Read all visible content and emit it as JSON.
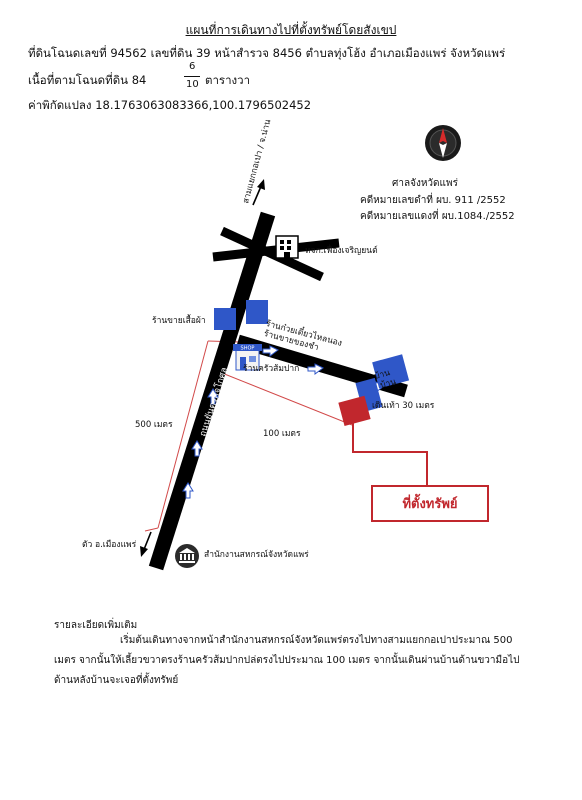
{
  "header": {
    "title": "แผนที่การเดินทางไปที่ตั้งทรัพย์โดยสังเขป",
    "line1": "ที่ดินโฉนดเลขที่ 94562  เลขที่ดิน 39  หน้าสำรวจ 8456   ตำบลทุ่งโฮ้ง อำเภอเมืองแพร่ จังหวัดแพร่",
    "area_prefix": "เนื้อที่ตามโฉนดที่ดิน 84",
    "area_num": "6",
    "area_den": "10",
    "area_unit": "ตารางวา",
    "coords": "ค่าพิกัดแปลง 18.1763063083366,100.1796502452"
  },
  "court": {
    "name": "ศาลจังหวัดแพร่",
    "case_black": "คดีหมายเลขดำที่ ผบ. 911 /2552",
    "case_red": "คดีหมายเลขแดงที่  ผบ.1084./2552"
  },
  "map": {
    "road_label": "ถนนยันตรกิจโกศล",
    "to_north": "สามแยกกอเปา / จ.น่าน",
    "to_south": "ตัว อ.เมืองแพร่",
    "dealer": "หจก.เฟื่องเจริญยนต์",
    "clothes_shop": "ร้านขายเสื้อผ้า",
    "noodle_shop": "ร้านก๋วยเตี๋ยวไหลนอง",
    "grocery": "ร้านขายของชำ",
    "kitchen": "ร้านครัวส้มปาก",
    "shop_sign": "SHOP",
    "coop_office": "สำนักงานสหกรณ์จังหวัดแพร่",
    "dist_500": "500 เมตร",
    "dist_100": "100 เมตร",
    "walk_30": "เดินเท้า 30 เมตร",
    "house1": "บ้าน",
    "house2": "บ้าน",
    "destination": "ที่ตั้งทรัพย์"
  },
  "details": {
    "heading": "รายละเอียดเพิ่มเติม",
    "line1": "เริ่มต้นเดินทางจากหน้าสำนักงานสหกรณ์จังหวัดแพร่ตรงไปทางสามแยกกอเปาประมาณ 500",
    "line2": "เมตร จากนั้นให้เลี้ยวขวาตรงร้านครัวส้มปากปล่ตรงไปประมาณ 100 เมตร จากนั้นเดินผ่านบ้านด้านขวามือไป",
    "line3": "ด้านหลังบ้านจะเจอที่ตั้งทรัพย์"
  },
  "colors": {
    "road": "#000000",
    "building": "#2f57c8",
    "property": "#c1272d",
    "guide": "#d24a4a"
  },
  "icons": [
    "compass-icon",
    "building-icon",
    "shop-icon",
    "government-office-icon",
    "arrow-icon"
  ]
}
